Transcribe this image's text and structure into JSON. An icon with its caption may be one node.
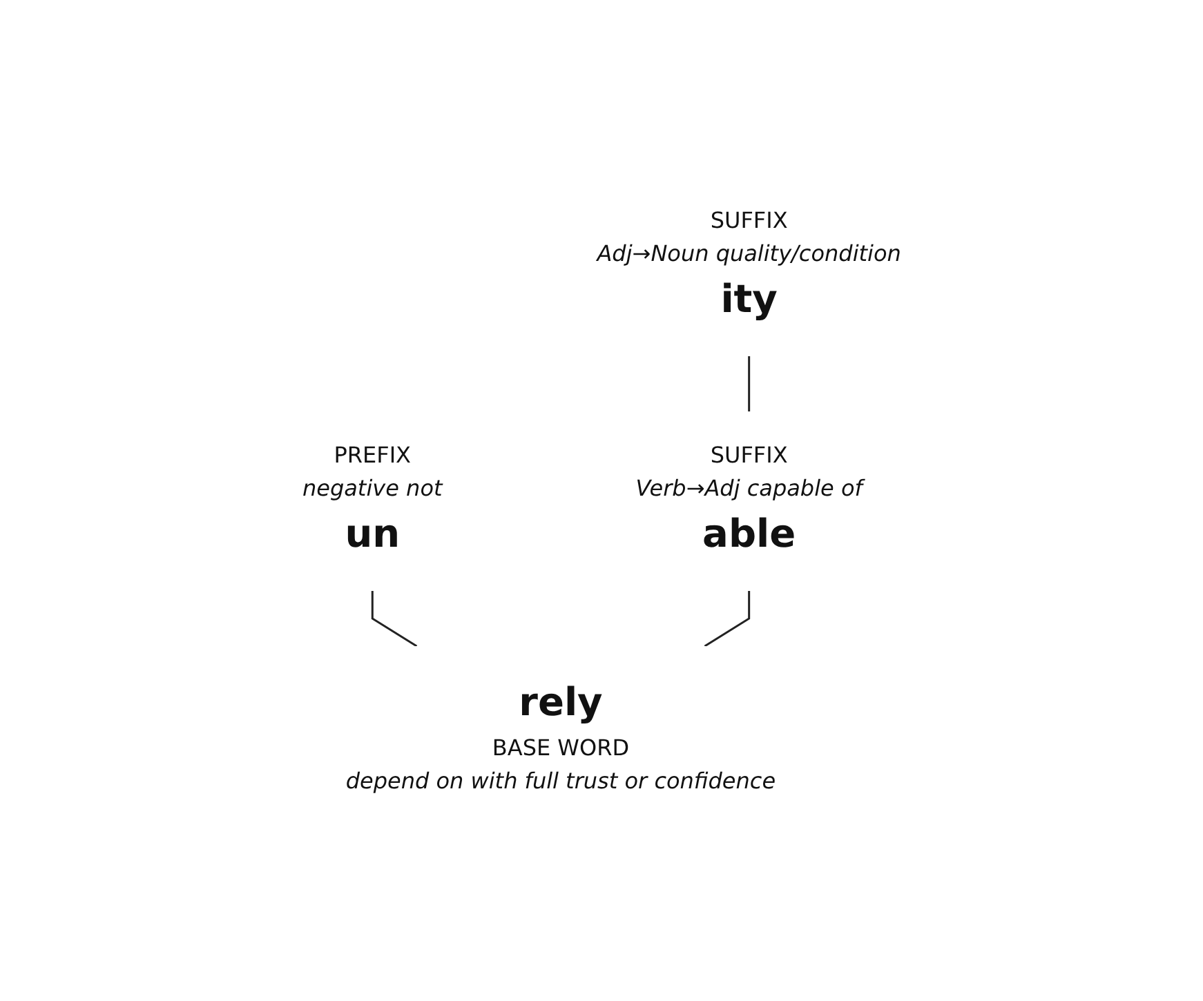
{
  "diagram": {
    "nodes": [
      {
        "text": [
          "PREFIX",
          "negative not",
          "un"
        ]
      },
      {
        "text": [
          "SUFFIX",
          "Verb→Adj capable of",
          "able"
        ]
      },
      {
        "text": [
          "SUFFIX",
          "Adj→Noun quality/condition",
          "ity"
        ]
      },
      {
        "text": [
          "rely",
          "BASE WORD",
          "depend on with full trust or confidence"
        ]
      }
    ],
    "edges": [
      {
        "from": 3,
        "to": 0,
        "arrow": "none"
      },
      {
        "from": 3,
        "to": 1,
        "arrow": "none"
      },
      {
        "from": 1,
        "to": 2,
        "arrow": "none"
      }
    ]
  }
}
